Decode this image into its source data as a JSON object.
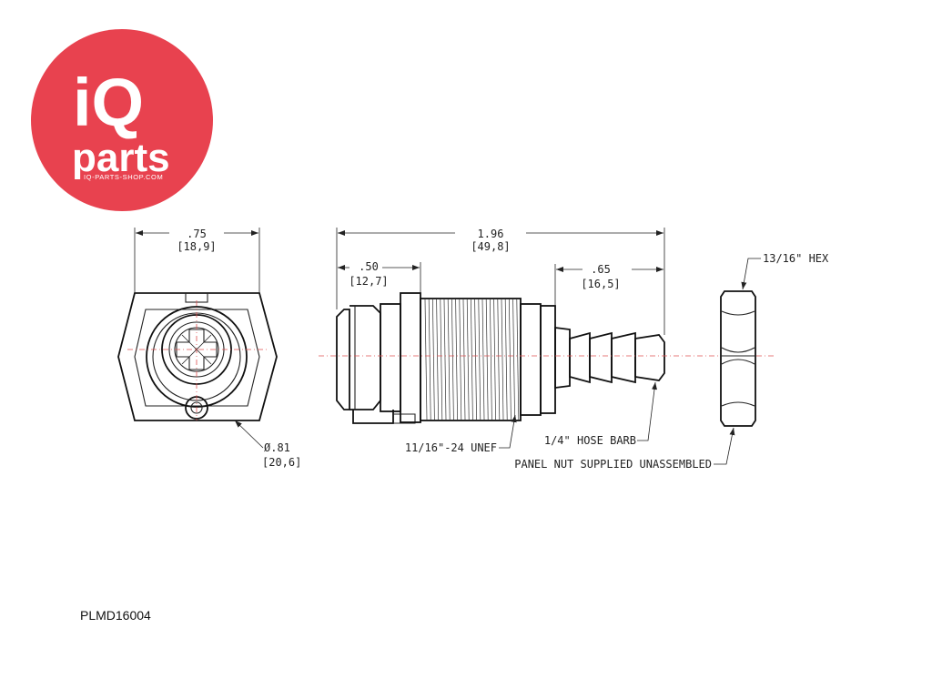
{
  "logo": {
    "brand_top": "iQ",
    "brand_bottom": "parts",
    "site": "IQ-PARTS-SHOP.COM",
    "color": "#e8424f"
  },
  "drawing": {
    "dimensions": {
      "front_width": ".75",
      "front_width_mm": "[18,9]",
      "overall_length": "1.96",
      "overall_length_mm": "[49,8]",
      "front_length": ".50",
      "front_length_mm": "[12,7]",
      "barb_length": ".65",
      "barb_length_mm": "[16,5]",
      "diameter": "Ø.81",
      "diameter_mm": "[20,6]"
    },
    "callouts": {
      "hex": "13/16\" HEX",
      "thread": "11/16\"-24 UNEF",
      "hose_barb": "1/4\" HOSE BARB",
      "panel_nut": "PANEL NUT SUPPLIED UNASSEMBLED"
    },
    "centerline_color": "#e05050"
  },
  "part_number": "PLMD16004"
}
